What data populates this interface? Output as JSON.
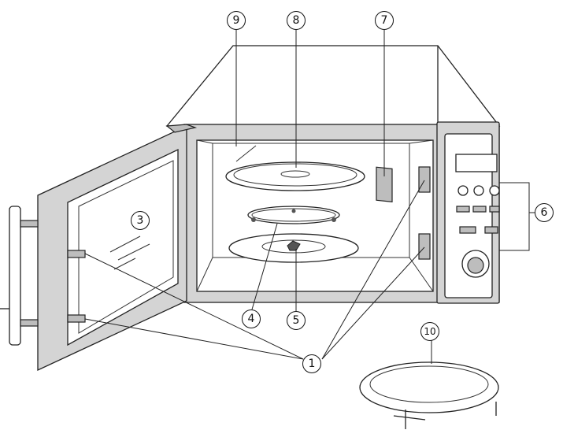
{
  "diagram": {
    "callouts": [
      {
        "id": "1",
        "label": "1"
      },
      {
        "id": "3",
        "label": "3"
      },
      {
        "id": "4",
        "label": "4"
      },
      {
        "id": "5",
        "label": "5"
      },
      {
        "id": "6",
        "label": "6"
      },
      {
        "id": "7",
        "label": "7"
      },
      {
        "id": "8",
        "label": "8"
      },
      {
        "id": "9",
        "label": "9"
      },
      {
        "id": "10",
        "label": "10"
      }
    ],
    "colors": {
      "line": "#222222",
      "panel": "#d4d4d4",
      "background": "#ffffff"
    }
  }
}
